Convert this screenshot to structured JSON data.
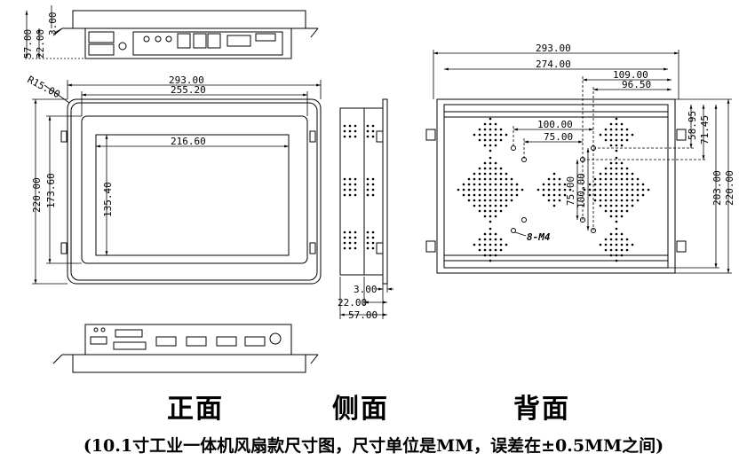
{
  "views": {
    "front": "正面",
    "side": "侧面",
    "back": "背面"
  },
  "caption": "(10.1寸工业一体机风扇款尺寸图，尺寸单位是MM，误差在±0.5MM之间)",
  "dimensions": {
    "top_view": {
      "d57": "57.00",
      "d22": "22.00",
      "d3": "3.00"
    },
    "front": {
      "radius": "R15.00",
      "w293": "293.00",
      "w255": "255.20",
      "w216": "216.60",
      "h220": "220.00",
      "h173": "173.60",
      "h135": "135.40"
    },
    "side": {
      "d3": "3.00",
      "d22": "22.00",
      "d57": "57.00"
    },
    "back": {
      "w293": "293.00",
      "w274": "274.00",
      "w109": "109.00",
      "w96": "96.50",
      "w100": "100.00",
      "w75": "75.00",
      "h58": "58.95",
      "h71": "71.45",
      "h203": "203.00",
      "h220": "220.00",
      "v75": "75.00",
      "v100": "100.00",
      "screw": "8-M4"
    }
  }
}
